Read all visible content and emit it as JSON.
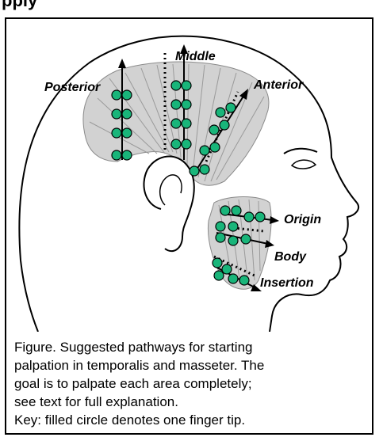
{
  "top_strip_text": "pply",
  "labels": {
    "posterior": "Posterior",
    "middle": "Middle",
    "anterior": "Anterior",
    "origin": "Origin",
    "body": "Body",
    "insertion": "Insertion"
  },
  "caption": {
    "line1": "Figure.  Suggested pathways for starting",
    "line2": "palpation in temporalis and masseter.  The",
    "line3": "goal is to palpate each area completely;",
    "line4": "see text for full explanation.",
    "line5": "Key: filled circle denotes one finger tip."
  },
  "colors": {
    "dot_fill": "#19b57a",
    "muscle_fill": "#d2d2d2",
    "outline": "#000000"
  }
}
